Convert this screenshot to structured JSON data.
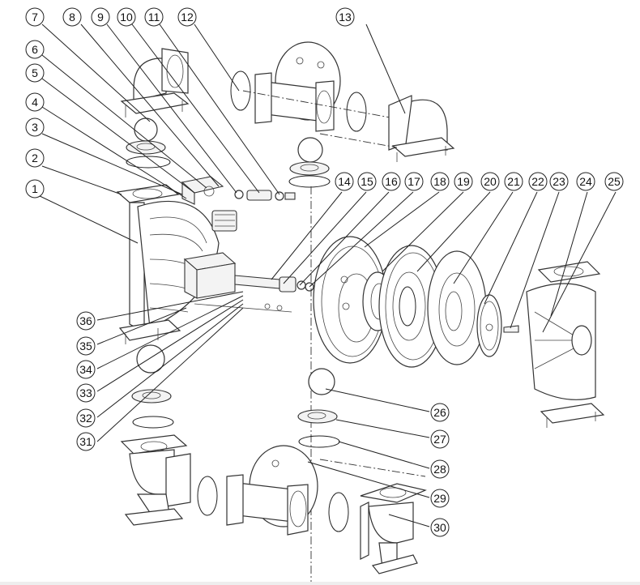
{
  "diagram": {
    "title": "",
    "type": "exploded-parts-view",
    "subject": "air-operated double diaphragm pump",
    "callouts": [
      {
        "id": "1"
      },
      {
        "id": "2"
      },
      {
        "id": "3"
      },
      {
        "id": "4"
      },
      {
        "id": "5"
      },
      {
        "id": "6"
      },
      {
        "id": "7"
      },
      {
        "id": "8"
      },
      {
        "id": "9"
      },
      {
        "id": "10"
      },
      {
        "id": "11"
      },
      {
        "id": "12"
      },
      {
        "id": "13"
      },
      {
        "id": "14"
      },
      {
        "id": "15"
      },
      {
        "id": "16"
      },
      {
        "id": "17"
      },
      {
        "id": "18"
      },
      {
        "id": "19"
      },
      {
        "id": "20"
      },
      {
        "id": "21"
      },
      {
        "id": "22"
      },
      {
        "id": "23"
      },
      {
        "id": "24"
      },
      {
        "id": "25"
      },
      {
        "id": "26"
      },
      {
        "id": "27"
      },
      {
        "id": "28"
      },
      {
        "id": "29"
      },
      {
        "id": "30"
      },
      {
        "id": "31"
      },
      {
        "id": "32"
      },
      {
        "id": "33"
      },
      {
        "id": "34"
      },
      {
        "id": "35"
      },
      {
        "id": "36"
      }
    ]
  },
  "colors": {
    "line": "#222222",
    "background": "#ffffff"
  }
}
